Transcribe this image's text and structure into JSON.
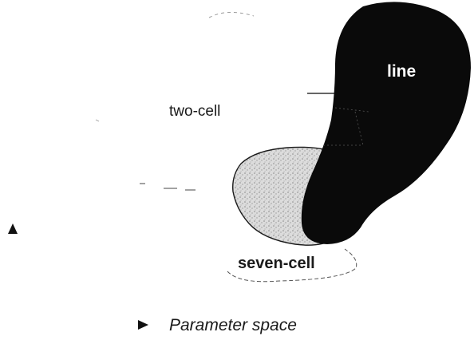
{
  "labels": {
    "two_cell": "two-cell",
    "line": "line",
    "seven_cell": "seven-cell",
    "parameter_space": "Parameter space"
  },
  "colors": {
    "background": "#ffffff",
    "line_region": "#0a0a0a",
    "seven_cell_fill": "#d6d6d6",
    "outline": "#1a1a1a",
    "faint": "#9a9a9a",
    "line_text": "#ffffff"
  },
  "icons": {
    "up_arrow": "triangle-up",
    "right_arrow": "triangle-right"
  }
}
